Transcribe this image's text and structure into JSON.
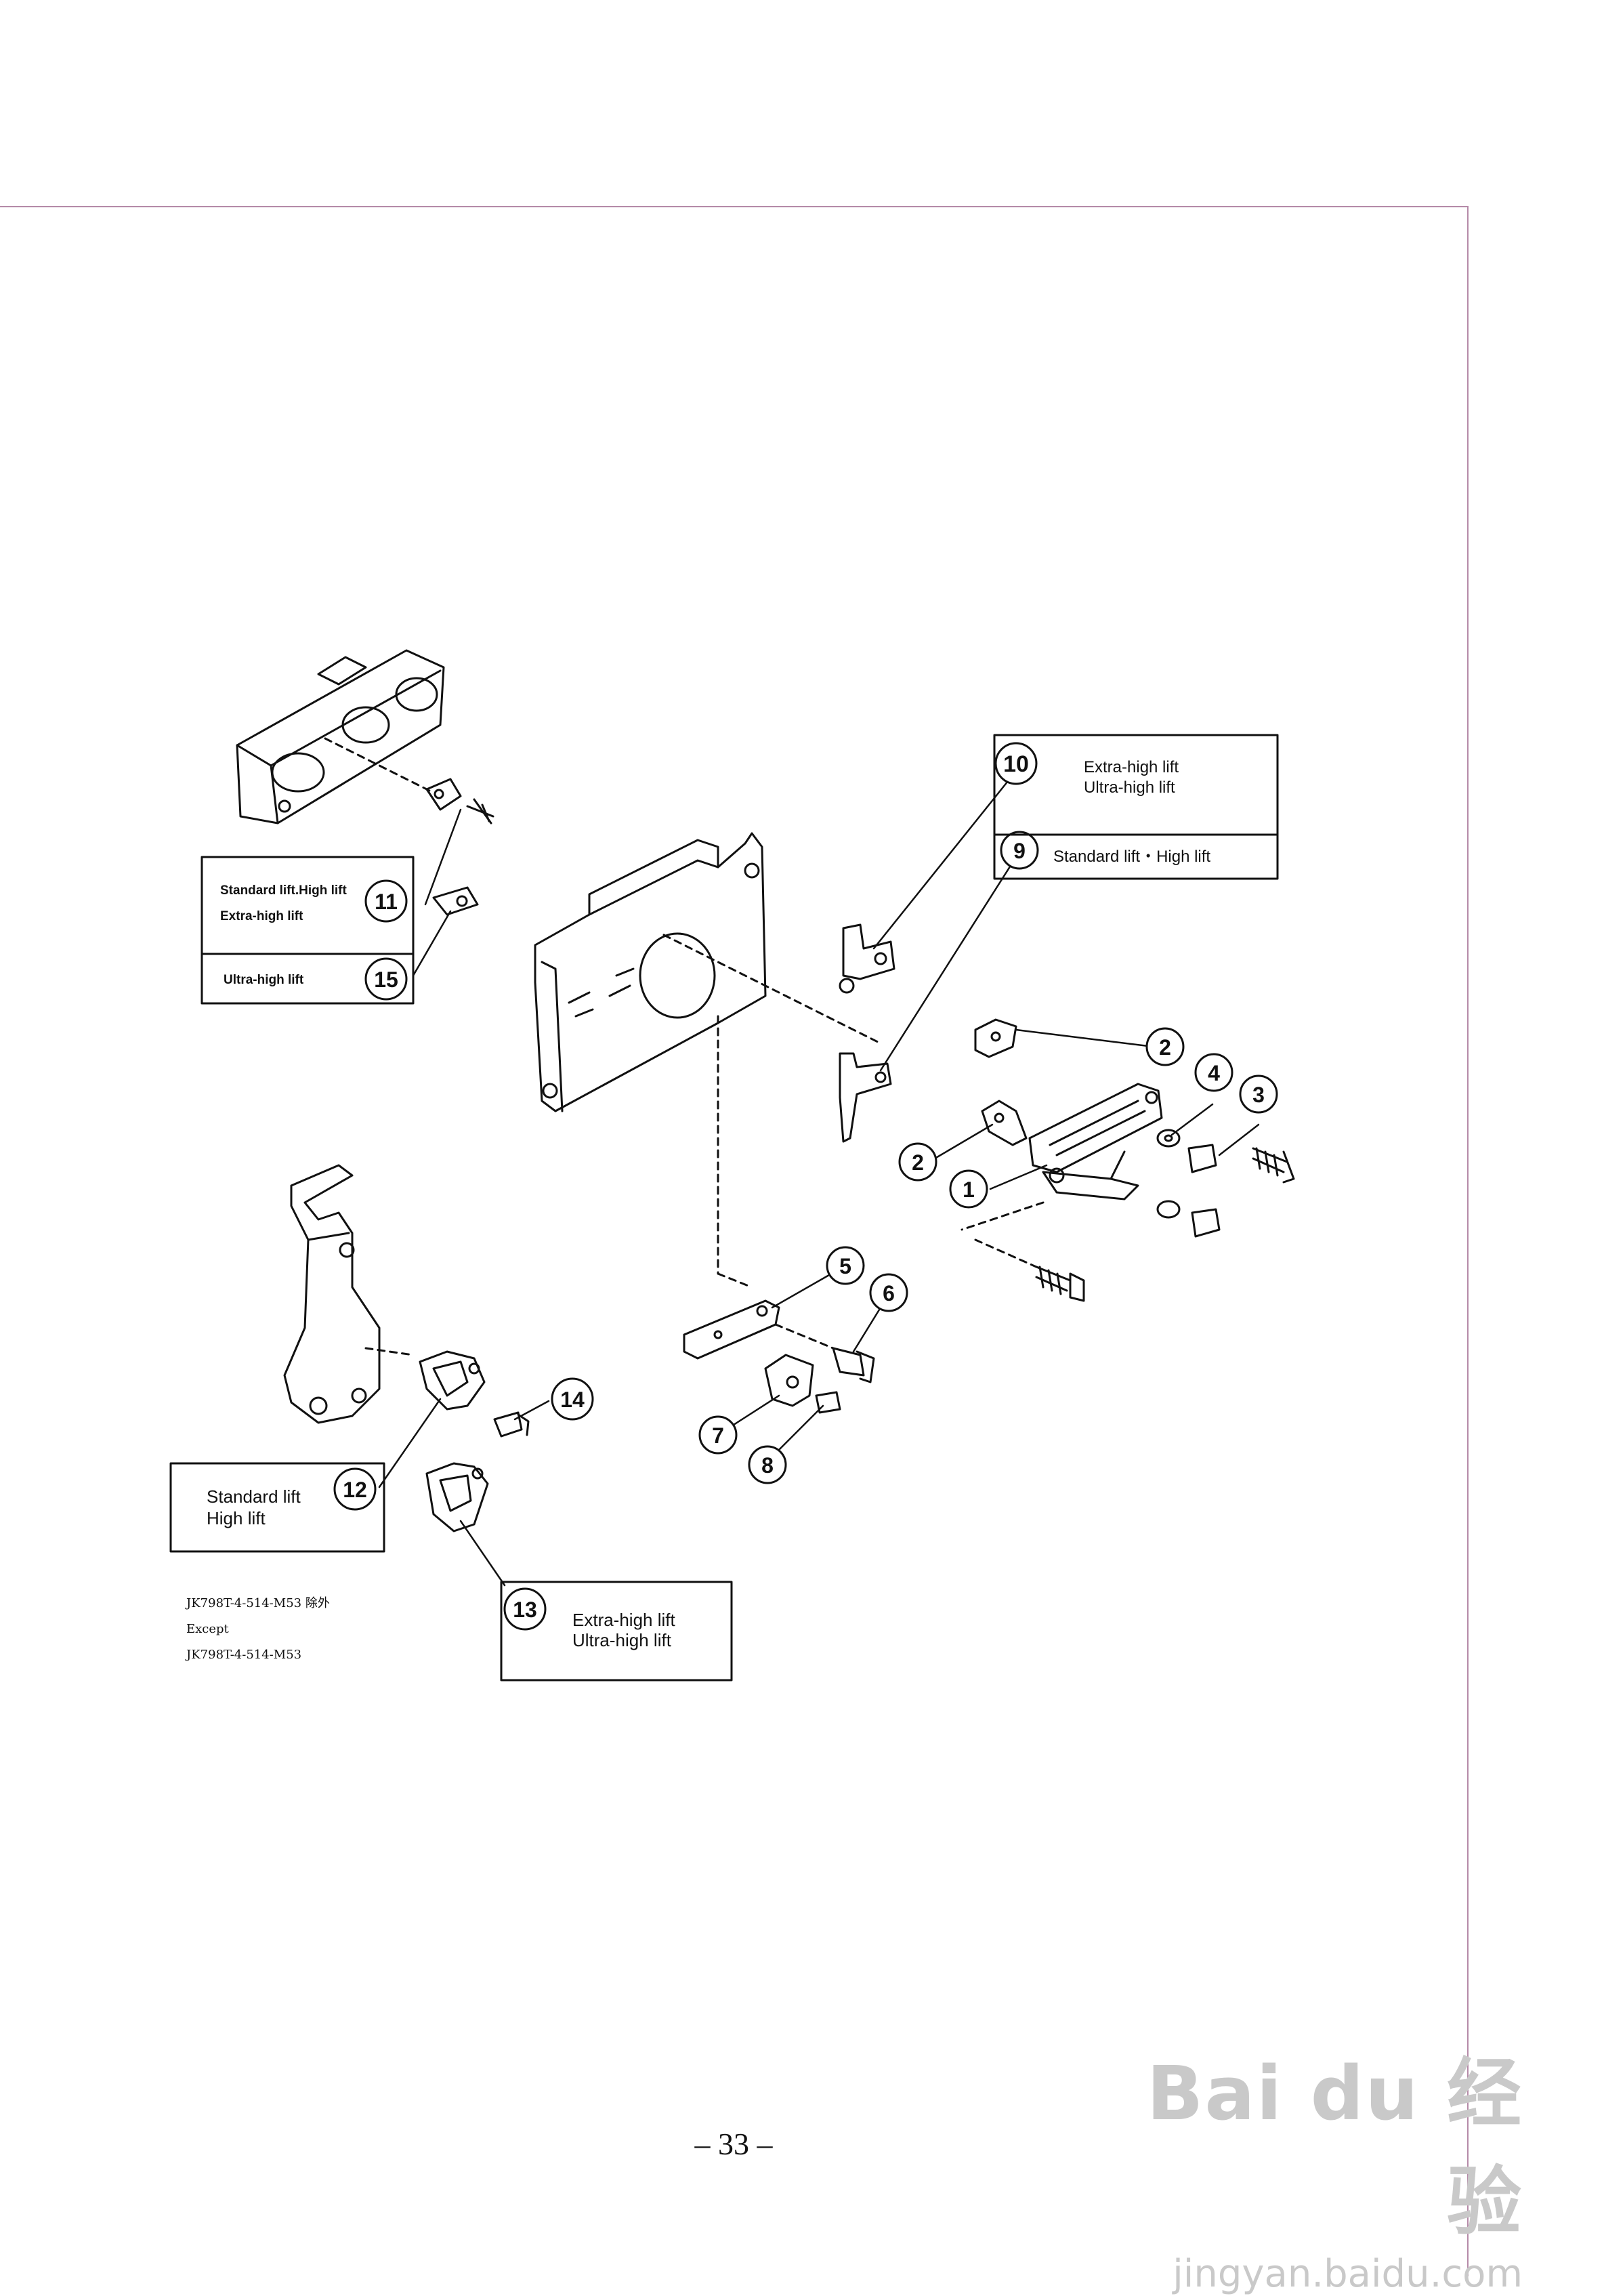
{
  "callouts": {
    "c1": "1",
    "c2a": "2",
    "c2b": "2",
    "c3": "3",
    "c4": "4",
    "c5": "5",
    "c6": "6",
    "c7": "7",
    "c8": "8",
    "c9": "9",
    "c10": "10",
    "c11": "11",
    "c12": "12",
    "c13": "13",
    "c14": "14",
    "c15": "15"
  },
  "boxes": {
    "box_10_9": {
      "line1": "Extra-high lift",
      "line2": "Ultra-high lift",
      "line3": "Standard lift・High lift"
    },
    "box_11_15": {
      "line1": "Standard lift.High lift",
      "line2": "Extra-high lift",
      "line3": "Ultra-high lift"
    },
    "box_12": {
      "line1": "Standard lift",
      "line2": "High lift"
    },
    "box_13": {
      "line1": "Extra-high lift",
      "line2": "Ultra-high lift"
    }
  },
  "note": {
    "line1": "JK798T-4-514-M53  除外",
    "line2": "Except",
    "line3": "JK798T-4-514-M53"
  },
  "page_number": "– 33 –",
  "watermark": {
    "brand": "Bai du 经验",
    "url": "jingyan.baidu.com"
  }
}
